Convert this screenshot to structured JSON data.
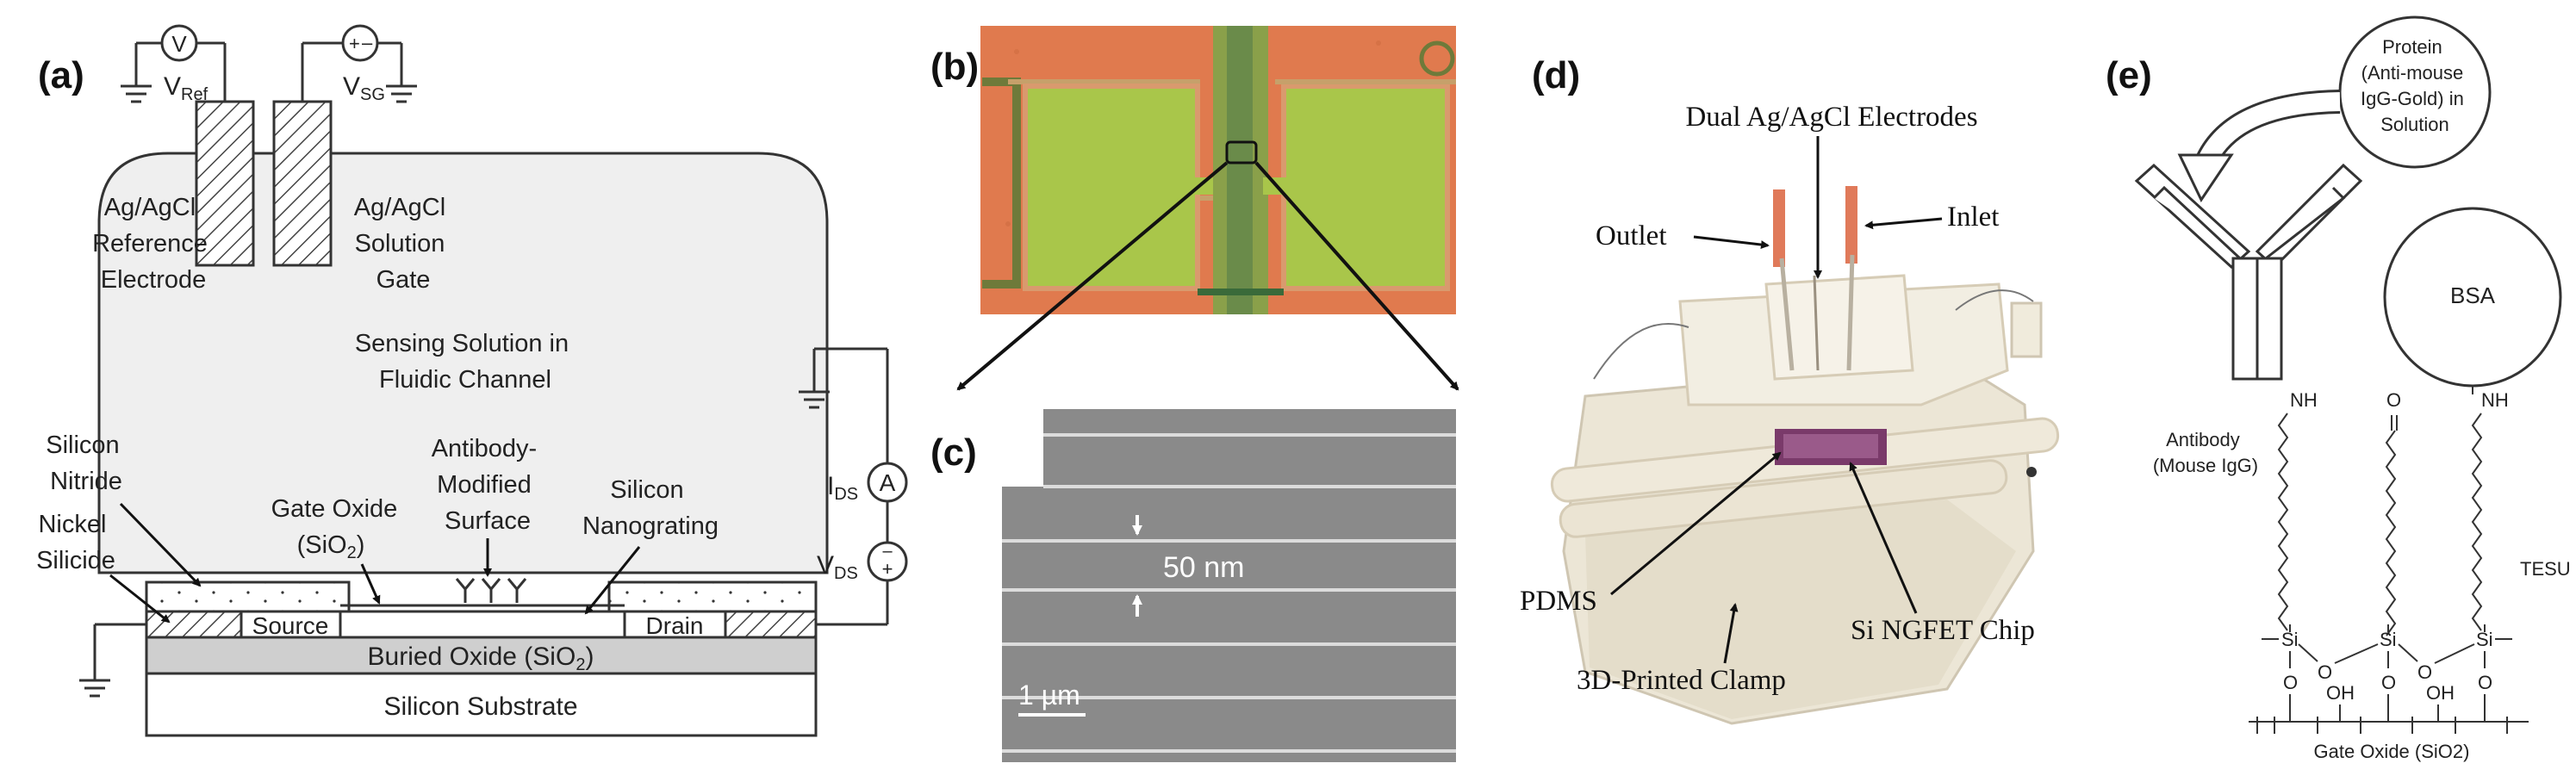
{
  "panels": {
    "a": {
      "label": "(a)",
      "v_ref_symbol": "V",
      "v_ref_label": "V",
      "v_ref_sub": "Ref",
      "v_sg_label": "V",
      "v_sg_sub": "SG",
      "ref_electrode": [
        "Ag/AgCl",
        "Reference",
        "Electrode"
      ],
      "solution_gate": [
        "Ag/AgCl",
        "Solution",
        "Gate"
      ],
      "sensing_solution": [
        "Sensing Solution in",
        "Fluidic Channel"
      ],
      "silicon_nitride": [
        "Silicon",
        "Nitride"
      ],
      "nickel_silicide": [
        "Nickel",
        "Silicide"
      ],
      "gate_oxide": [
        "Gate Oxide",
        "(SiO",
        "2",
        ")"
      ],
      "antibody_surface": [
        "Antibody-",
        "Modified",
        "Surface"
      ],
      "silicon_nanograting": [
        "Silicon",
        "Nanograting"
      ],
      "source": "Source",
      "drain": "Drain",
      "buried_oxide": [
        "Buried Oxide (SiO",
        "2",
        ")"
      ],
      "substrate": "Silicon Substrate",
      "ids_label": "I",
      "ids_sub": "DS",
      "ammeter_symbol": "A",
      "vds_label": "V",
      "vds_sub": "DS"
    },
    "b": {
      "label": "(b)"
    },
    "c": {
      "label": "(c)",
      "spacing": "50 nm",
      "scale_bar": "1 µm"
    },
    "d": {
      "label": "(d)",
      "electrodes": "Dual Ag/AgCl Electrodes",
      "outlet": "Outlet",
      "inlet": "Inlet",
      "pdms": "PDMS",
      "chip": "Si NGFET Chip",
      "clamp": "3D-Printed Clamp"
    },
    "e": {
      "label": "(e)",
      "protein": [
        "Protein",
        "(Anti-mouse",
        "IgG-Gold) in",
        "Solution"
      ],
      "bsa": "BSA",
      "nh1": "NH",
      "nh2": "NH",
      "o_top": "O",
      "antibody": [
        "Antibody",
        "(Mouse IgG)"
      ],
      "tesu": "TESU",
      "si": "Si",
      "o": "O",
      "oh": "OH",
      "gate_oxide": "Gate Oxide (SiO2)"
    }
  },
  "colors": {
    "channel_fill": "#efefef",
    "box_fill": "#cfcfcf",
    "substrate_fill": "#ffffff",
    "orange": "#e07a4e",
    "gold_pad": "#a9c64a",
    "sem_bg": "#8a8a8a"
  }
}
